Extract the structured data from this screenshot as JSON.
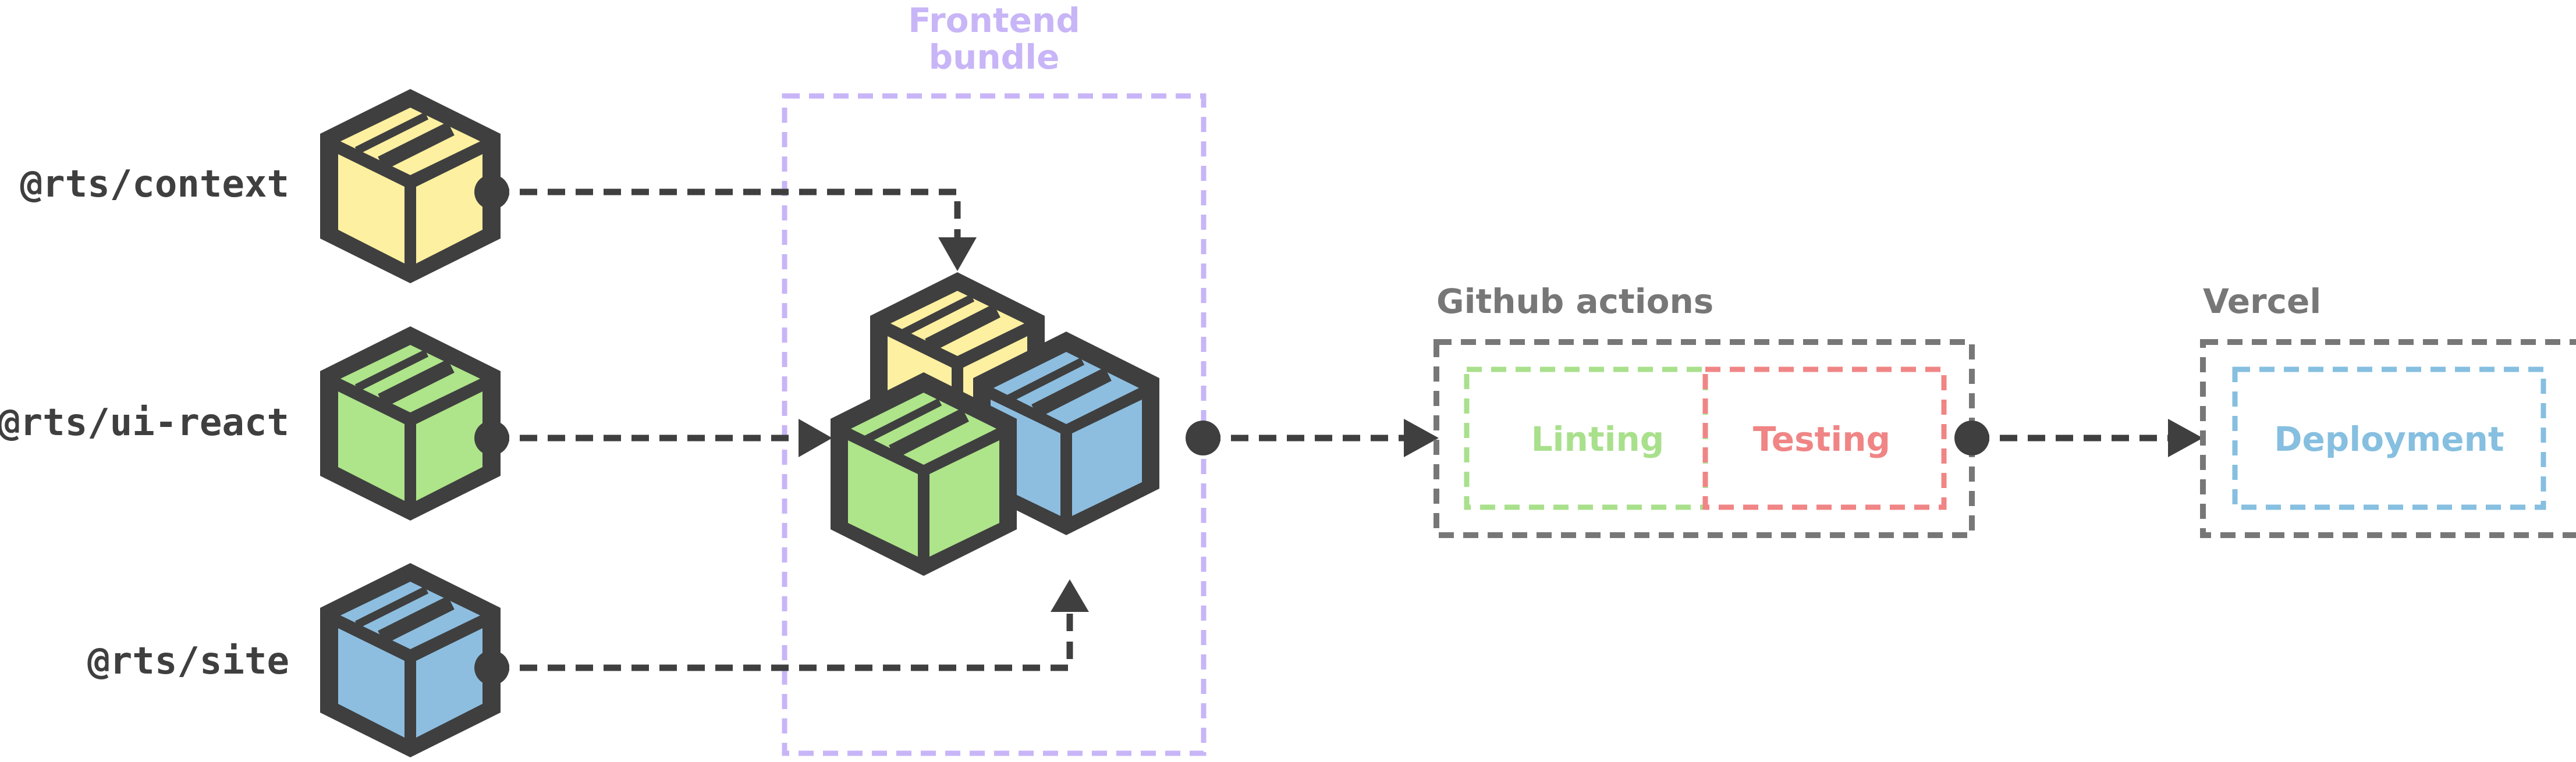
{
  "colors": {
    "ink": "#3f3f3f",
    "yellow": "#fdf0a0",
    "green": "#aee48a",
    "blue": "#8dbee0",
    "purple": "#c8b5f7",
    "gray": "#777777",
    "lint": "#a9e08c",
    "test": "#f08585",
    "deploy": "#86bfe0"
  },
  "packages": [
    {
      "label": "@rts/context",
      "color": "yellow",
      "icon": "package-box-icon"
    },
    {
      "label": "@rts/ui-react",
      "color": "green",
      "icon": "package-box-icon"
    },
    {
      "label": "@rts/site",
      "color": "blue",
      "icon": "package-box-icon"
    }
  ],
  "frontend_bundle": {
    "title_line1": "Frontend",
    "title_line2": "bundle"
  },
  "github_actions": {
    "title": "Github actions",
    "steps": [
      "Linting",
      "Testing"
    ]
  },
  "vercel": {
    "title": "Vercel",
    "steps": [
      "Deployment"
    ]
  }
}
